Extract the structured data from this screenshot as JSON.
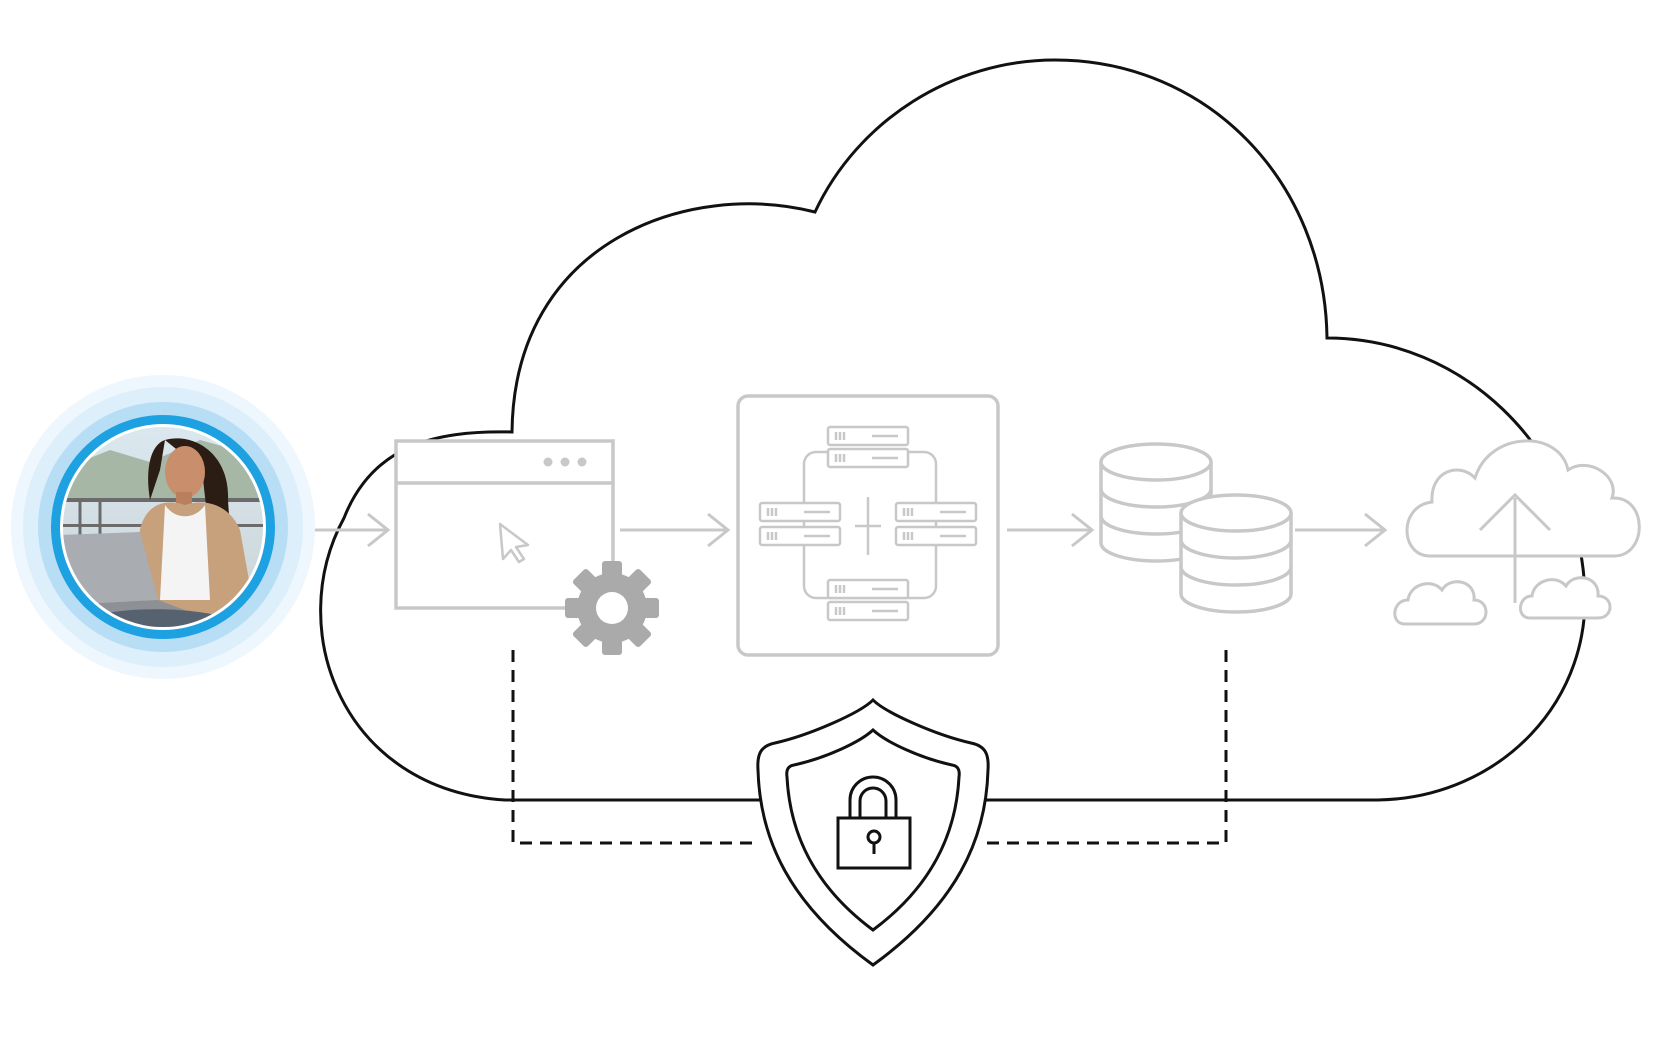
{
  "diagram": {
    "texts": [],
    "icons": [
      "user-photo-avatar",
      "browser-window-icon",
      "mouse-cursor-icon",
      "gear-icon",
      "server-network-icon",
      "database-icon",
      "cloud-upload-icon",
      "security-shield-icon",
      "padlock-icon"
    ],
    "flow": [
      "user",
      "web-application",
      "server-cluster",
      "databases",
      "cloud-storage"
    ],
    "secured_by": "security-shield",
    "colors": {
      "outline": "#111111",
      "icon_gray": "#c8c8c8",
      "gear_gray": "#aaaaaa",
      "accent_blue": "#1ea1e0",
      "halo_light": "#ddeffb",
      "halo_mid": "#b8def6"
    }
  }
}
